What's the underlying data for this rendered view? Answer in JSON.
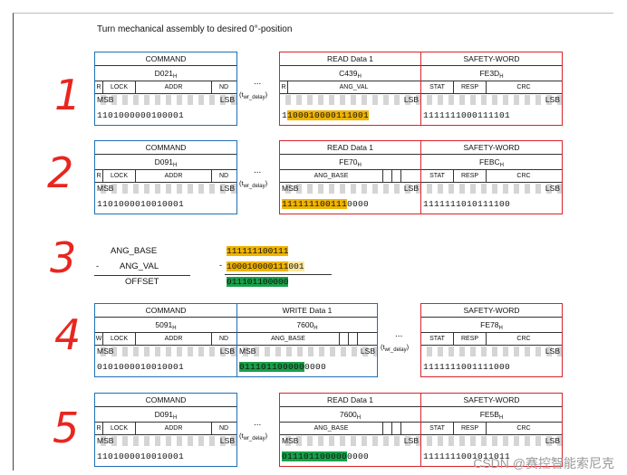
{
  "title": "Turn mechanical assembly to desired 0°-position",
  "steps": [
    "1",
    "2",
    "3",
    "4",
    "5"
  ],
  "sub_h": "H",
  "cmd_label": "COMMAND",
  "read_label": "READ Data 1",
  "write_label": "WRITE Data 1",
  "safety_label": "SAFETY-WORD",
  "msb": "MSB",
  "lsb": "LSB",
  "dots": "...",
  "twr_t": "(t",
  "twr_sub": "wr_delay",
  "twr_close": ")",
  "fields": {
    "r": "R",
    "w": "W",
    "lock": "LOCK",
    "addr": "ADDR",
    "nd": "ND",
    "ang_val": "ANG_VAL",
    "ang_base": "ANG_BASE",
    "stat": "STAT",
    "resp": "RESP",
    "crc": "CRC"
  },
  "row1": {
    "cmd_hex": "D021",
    "read_hex": "C439",
    "safety_hex": "FE3D",
    "cmd_bits": "1101000000100001",
    "read_bits_a": "1",
    "read_bits_hl": "100010000111001",
    "read_bits_b": "",
    "safety_bits": "1111111000111101"
  },
  "row2": {
    "cmd_hex": "D091",
    "read_hex": "FE70",
    "safety_hex": "FEBC",
    "cmd_bits": "1101000010010001",
    "read_bits_hl": "111111100111",
    "read_bits_b": "0000",
    "safety_bits": "1111111010111100"
  },
  "calc": {
    "a_label": "ANG_BASE",
    "b_label": "ANG_VAL",
    "c_label": "OFFSET",
    "minus": "-",
    "a_bits": "111111100111",
    "b_bits": "100010000111",
    "b_bits_tail": "001",
    "c_bits": "011101100000"
  },
  "row4": {
    "cmd_hex": "5091",
    "write_hex": "7600",
    "safety_hex": "FE78",
    "cmd_bits": "0101000010010001",
    "write_bits_hl": "011101100000",
    "write_bits_b": "0000",
    "safety_bits": "1111111001111000"
  },
  "row5": {
    "cmd_hex": "D091",
    "read_hex": "7600",
    "safety_hex": "FE5B",
    "cmd_bits": "1101000010010001",
    "read_bits_hl": "011101100000",
    "read_bits_b": "0000",
    "safety_bits": "1111111001011011"
  },
  "watermark": "CSDN @赛控智能索尼克",
  "colors": {
    "blue": "#1f6fb5",
    "red": "#d9232b",
    "orange": "#f0b400",
    "green": "#1aa04a",
    "light_yellow": "#fde79c"
  }
}
